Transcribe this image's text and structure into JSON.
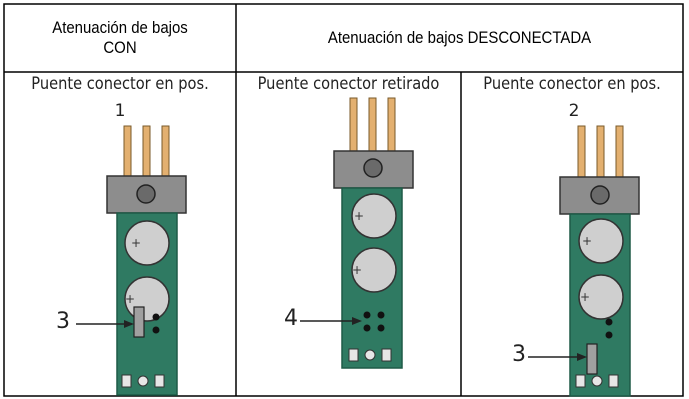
{
  "table": {
    "header_left": [
      "Atenuación de bajos",
      "CON"
    ],
    "header_right": "Atenuación de bajos DESCONECTADA",
    "columns": [
      {
        "caption": "Puente conector en pos.",
        "position_label": "1",
        "callouts": [
          "3"
        ]
      },
      {
        "caption": "Puente conector retirado",
        "position_label": "",
        "callouts": [
          "4"
        ]
      },
      {
        "caption": "Puente conector en pos.",
        "position_label": "2",
        "callouts": [
          "3"
        ]
      }
    ]
  },
  "colors": {
    "pcb": "#2f7a62",
    "pcb_edge": "#1e5a47",
    "pin": "#e3b070",
    "connector": "#8d8d8d",
    "grid_line": "#000000"
  }
}
